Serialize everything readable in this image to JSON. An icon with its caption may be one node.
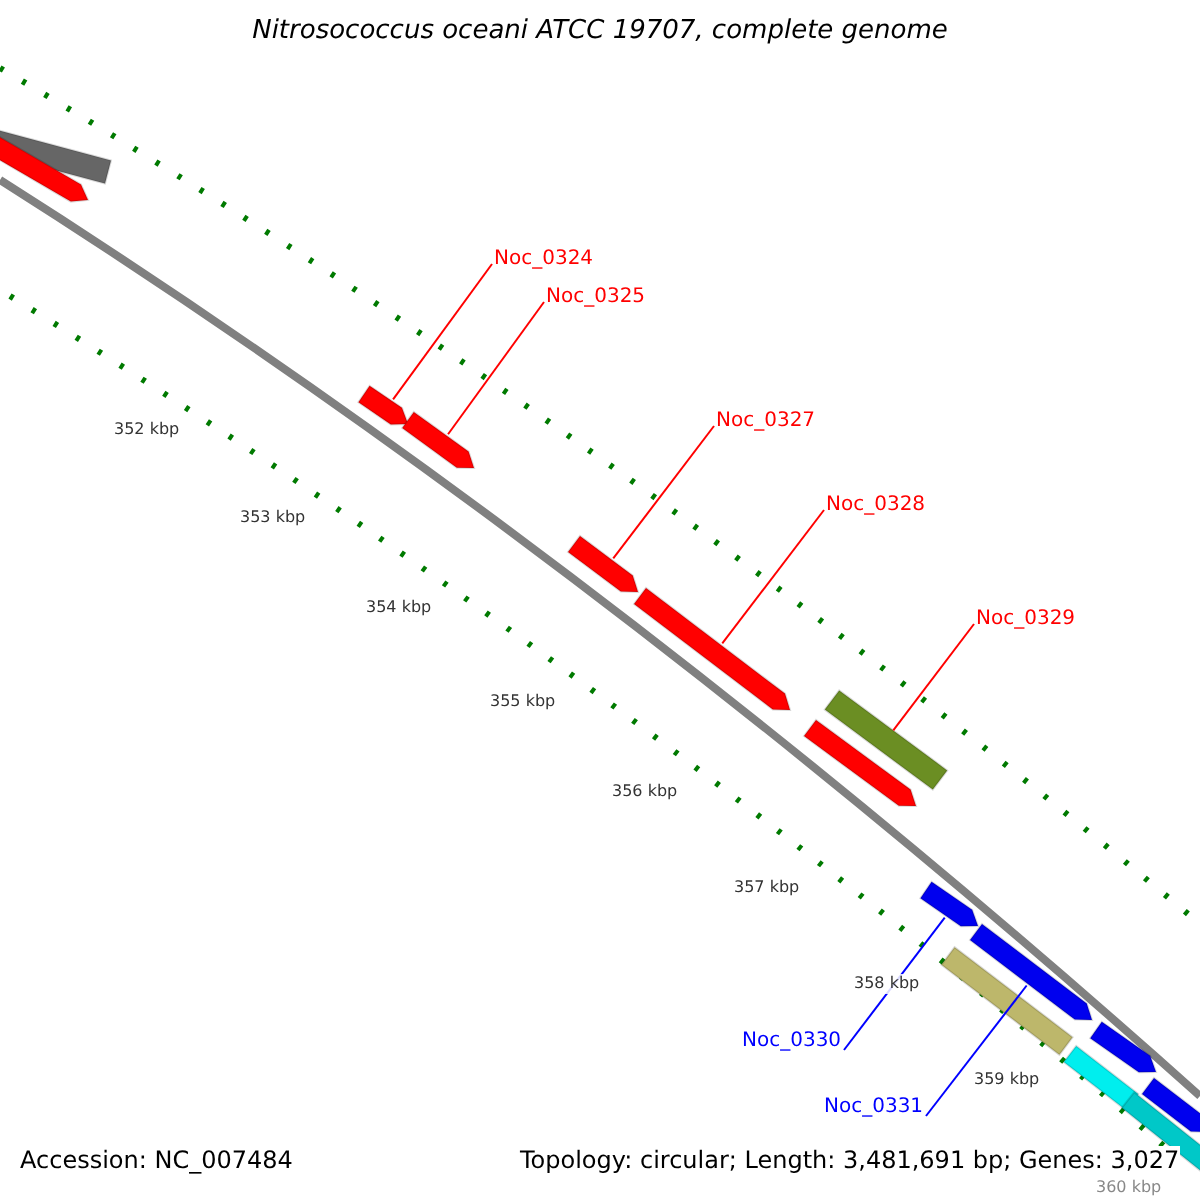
{
  "diagram": {
    "title": "Nitrosococcus oceani ATCC 19707, complete genome",
    "nodes": [
      {
        "text": [
          "Noc_0324"
        ]
      },
      {
        "text": [
          "Noc_0325"
        ]
      },
      {
        "text": [
          "Noc_0327"
        ]
      },
      {
        "text": [
          "Noc_0328"
        ]
      },
      {
        "text": [
          "Noc_0329"
        ]
      },
      {
        "text": [
          "Noc_0330"
        ]
      },
      {
        "text": [
          "Noc_0331"
        ]
      },
      {
        "text": [],
        "shape": "bar"
      },
      {
        "text": [],
        "shape": "arrow"
      },
      {
        "text": [],
        "shape": "arrow"
      },
      {
        "text": [],
        "shape": "arrow"
      },
      {
        "text": [],
        "shape": "arrow"
      },
      {
        "text": [],
        "shape": "arrow"
      },
      {
        "text": [],
        "shape": "bar"
      },
      {
        "text": [],
        "shape": "arrow"
      },
      {
        "text": [],
        "shape": "arrow"
      },
      {
        "text": [],
        "shape": "bar"
      },
      {
        "text": [],
        "shape": "arrow"
      },
      {
        "text": [],
        "shape": "bar"
      },
      {
        "text": [],
        "shape": "arrow"
      },
      {
        "text": [],
        "shape": "bar"
      },
      {
        "text": [],
        "shape": "arrow"
      }
    ],
    "edges": [
      {
        "from": 0,
        "to": 9,
        "arrow": "none"
      },
      {
        "from": 1,
        "to": 10,
        "arrow": "none"
      },
      {
        "from": 2,
        "to": 11,
        "arrow": "none"
      },
      {
        "from": 3,
        "to": 12,
        "arrow": "none"
      },
      {
        "from": 4,
        "to": 13,
        "arrow": "none"
      },
      {
        "from": 5,
        "to": 15,
        "arrow": "none",
        "color": "#0000ff"
      },
      {
        "from": 6,
        "to": 17,
        "arrow": "none",
        "color": "#0000ff"
      }
    ],
    "labels": [
      "352 kbp",
      "353 kbp",
      "354 kbp",
      "355 kbp",
      "356 kbp",
      "357 kbp",
      "358 kbp",
      "359 kbp",
      "360 kbp",
      "Accession: NC_007484",
      "Topology: circular; Length: 3,481,691 bp; Genes: 3,027"
    ]
  }
}
